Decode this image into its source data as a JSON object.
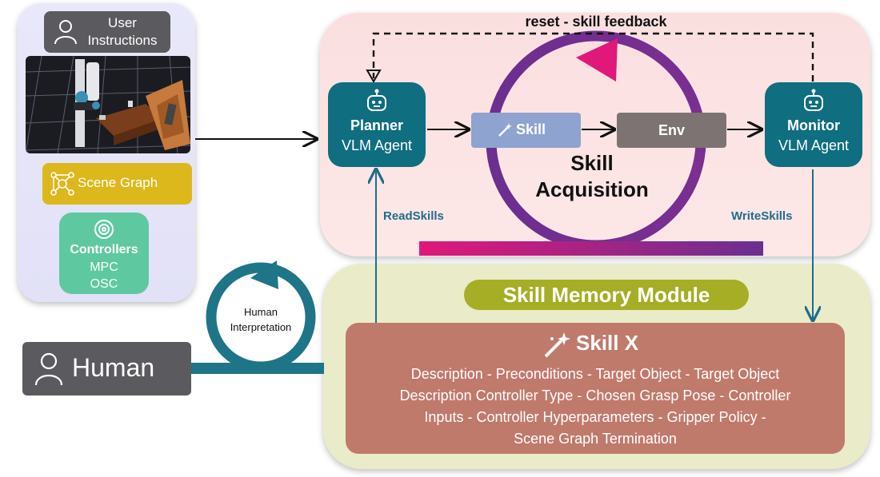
{
  "left_panel": {
    "user_label": "User Instructions",
    "user_line1": "User",
    "user_line2": "Instructions",
    "scene_graph_label": "Scene Graph",
    "controllers_title": "Controllers",
    "controllers_items": [
      "MPC",
      "OSC"
    ]
  },
  "skill_acquisition": {
    "feedback_label": "reset - skill feedback",
    "planner": {
      "name": "Planner",
      "role": "VLM Agent"
    },
    "monitor": {
      "name": "Monitor",
      "role": "VLM Agent"
    },
    "skill_label": "Skill",
    "env_label": "Env",
    "title_line1": "Skill",
    "title_line2": "Acquisition",
    "read_label": "ReadSkills",
    "write_label": "WriteSkills"
  },
  "memory": {
    "title": "Skill Memory Module",
    "skill_name": "Skill X",
    "description_lines": [
      "Description - Preconditions - Target Object - Target Object",
      "Description  Controller Type - Chosen Grasp Pose - Controller",
      "Inputs - Controller Hyperparameters - Gripper Policy -",
      "Scene Graph Termination"
    ]
  },
  "human": {
    "label": "Human",
    "loop_line1": "Human",
    "loop_line2": "Interpretation"
  },
  "colors": {
    "agent": "#0f6e80",
    "memory_title": "#a5ae24",
    "skill_card": "#c07a6c",
    "loop_purple": "#6b2f8f",
    "loop_magenta": "#e0187a",
    "human_loop": "#1e7588"
  }
}
